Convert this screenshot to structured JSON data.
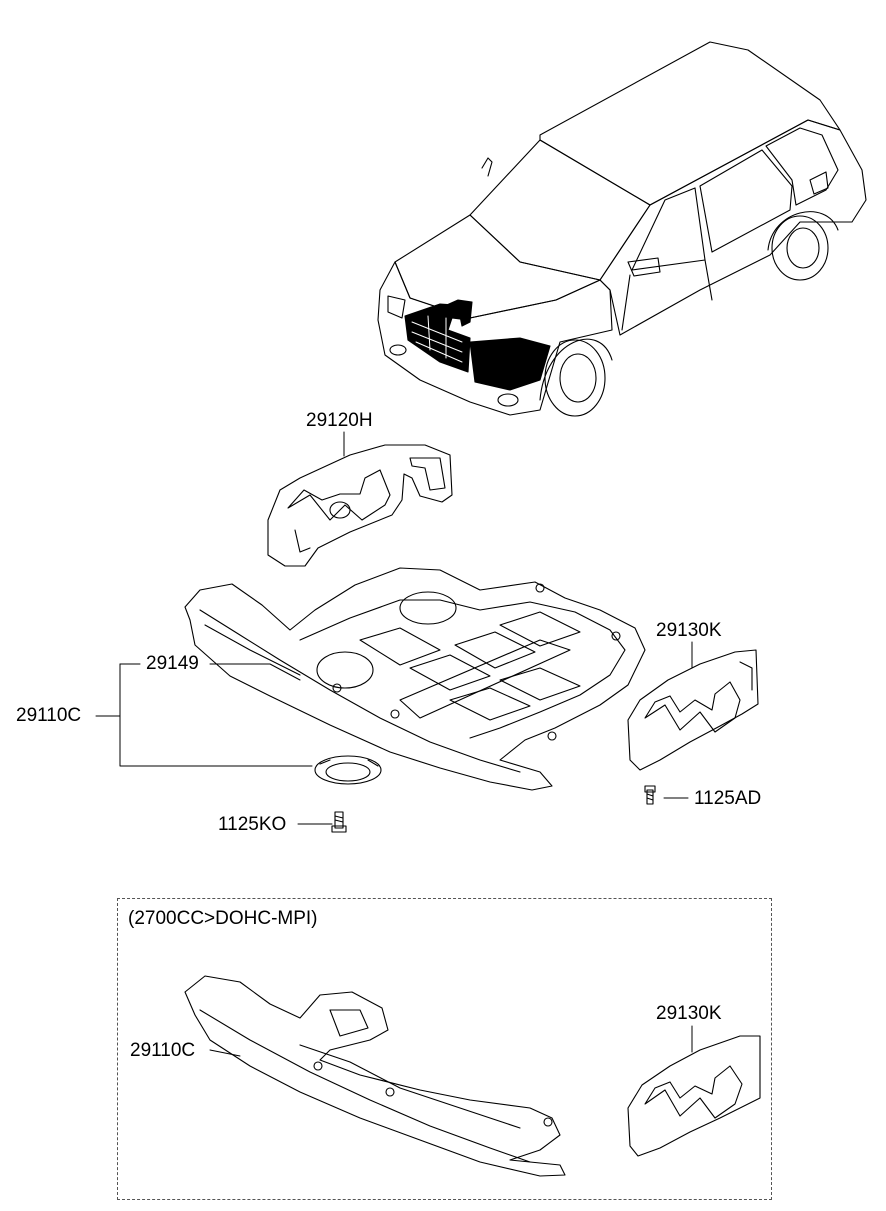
{
  "labels": {
    "lower_cover_rh": "29120H",
    "plug": "29149",
    "under_cover_assy": "29110C",
    "lower_cover_lh": "29130K",
    "bolt_ad": "1125AD",
    "bolt_ko": "1125KO"
  },
  "variant_box": {
    "title": "(2700CC>DOHC-MPI)",
    "under_cover_assy": "29110C",
    "lower_cover_lh": "29130K"
  },
  "colors": {
    "line": "#000000",
    "highlight": "#000000",
    "dashed_border": "#555555"
  }
}
